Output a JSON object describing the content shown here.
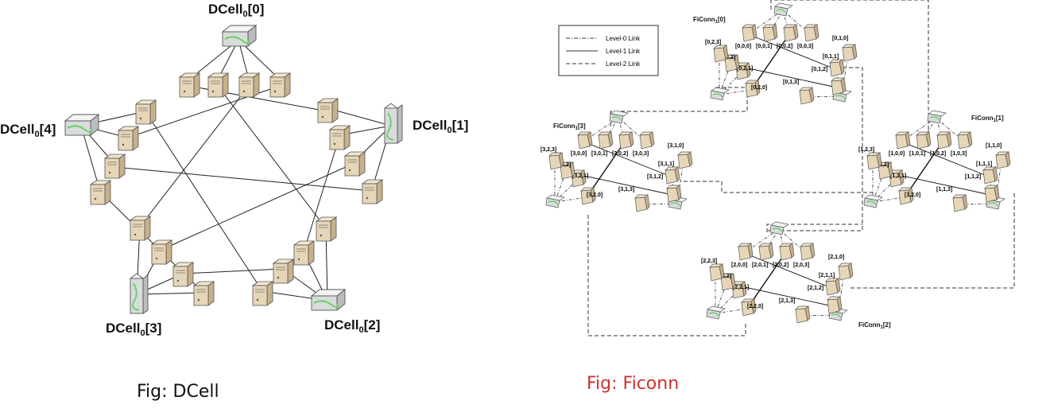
{
  "dcell": {
    "labels": [
      {
        "id": 0,
        "base": "DCell",
        "sub": "0",
        "idx": "[0]"
      },
      {
        "id": 1,
        "base": "DCell",
        "sub": "0",
        "idx": "[1]"
      },
      {
        "id": 2,
        "base": "DCell",
        "sub": "0",
        "idx": "[2]"
      },
      {
        "id": 3,
        "base": "DCell",
        "sub": "0",
        "idx": "[3]"
      },
      {
        "id": 4,
        "base": "DCell",
        "sub": "0",
        "idx": "[4]"
      }
    ],
    "caption": "Fig: DCell"
  },
  "ficonn": {
    "legend": [
      {
        "label": "Level-0 Link",
        "style": "dashdot"
      },
      {
        "label": "Level-1 Link",
        "style": "solid"
      },
      {
        "label": "Level-2 Link",
        "style": "dashed"
      }
    ],
    "cells": [
      {
        "id": 0,
        "base": "FiConn",
        "sub": "1",
        "idx": "[0]"
      },
      {
        "id": 1,
        "base": "FiConn",
        "sub": "1",
        "idx": "[1]"
      },
      {
        "id": 2,
        "base": "FiConn",
        "sub": "1",
        "idx": "[2]"
      },
      {
        "id": 3,
        "base": "FiConn",
        "sub": "1",
        "idx": "[3]"
      }
    ],
    "server_labels": {
      "0": [
        "[0,0,0]",
        "[0,0,1]",
        "[0,0,2]",
        "[0,0,3]",
        "[0,1,0]",
        "[0,1,1]",
        "[0,1,2]",
        "[0,1,3]",
        "[0,2,0]",
        "[0,2,1]",
        "[0,2,2]",
        "[0,2,3]"
      ],
      "1": [
        "[1,0,0]",
        "[1,0,1]",
        "[1,0,2]",
        "[1,0,3]",
        "[1,1,0]",
        "[1,1,1]",
        "[1,1,2]",
        "[1,1,3]",
        "[1,2,0]",
        "[1,2,1]",
        "[1,2,2]",
        "[1,2,3]"
      ],
      "2": [
        "[2,0,0]",
        "[2,0,1]",
        "[2,0,2]",
        "[2,0,3]",
        "[2,1,0]",
        "[2,1,1]",
        "[2,1,2]",
        "[2,1,3]",
        "[2,2,0]",
        "[2,2,1]",
        "[2,2,2]",
        "[2,2,3]"
      ],
      "3": [
        "[3,0,0]",
        "[3,0,1]",
        "[3,0,2]",
        "[3,0,3]",
        "[3,1,0]",
        "[3,1,1]",
        "[3,1,2]",
        "[3,1,3]",
        "[3,2,0]",
        "[3,2,1]",
        "[3,2,2]",
        "[3,2,3]"
      ]
    },
    "caption": "Fig: Ficonn"
  },
  "colors": {
    "server_fill": "#e6d6b8",
    "server_stroke": "#555555",
    "switch_fill": "#d9dcdc",
    "switch_accent": "#6fcf6a",
    "caption_accent": "#d0312d"
  }
}
